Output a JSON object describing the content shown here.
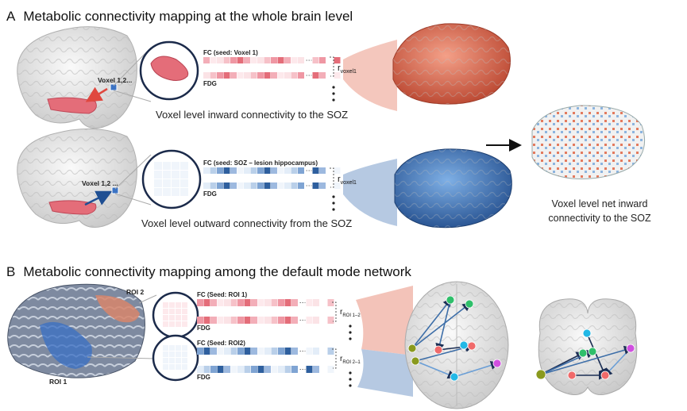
{
  "panel_a": {
    "letter": "A",
    "title": "Metabolic connectivity mapping at the whole brain level",
    "voxel_label_top": "Voxel 1,2...",
    "voxel_label_bottom": "Voxel 1,2 ...",
    "fc_top": "FC (seed: Voxel 1)",
    "fdg_top": "FDG",
    "r_top": "r",
    "r_top_sub": "voxel1",
    "fc_bottom": "FC (seed: SOZ – lesion hippocampus)",
    "fdg_bottom": "FDG",
    "r_bottom": "r",
    "r_bottom_sub": "voxel1",
    "caption_inward": "Voxel level inward connectivity to the SOZ",
    "caption_outward": "Voxel level outward connectivity from the SOZ",
    "net_line1": "Voxel level net inward",
    "net_line2": "connectivity to the SOZ"
  },
  "panel_b": {
    "letter": "B",
    "title": "Metabolic connectivity mapping  among the default mode network",
    "roi1": "ROI 1",
    "roi2": "ROI 2",
    "fc_top": "FC (Seed: ROI 1)",
    "fdg_top": "FDG",
    "r_top": "r",
    "r_top_sub": "ROI 1–2",
    "fc_bottom": "FC (Seed: ROI2)",
    "fdg_bottom": "FDG",
    "r_bottom": "r",
    "r_bottom_sub": "ROI 2–1"
  },
  "colors": {
    "red_map": "#e0735e",
    "blue_map": "#3f78c0",
    "red_strip": "#e46d79",
    "blue_strip": "#2e5f9e",
    "node_green": "#2fbf6a",
    "node_olive": "#8a9a1e",
    "node_red": "#f06a6a",
    "node_cyan": "#22b8e6",
    "node_magenta": "#d04fe0"
  }
}
